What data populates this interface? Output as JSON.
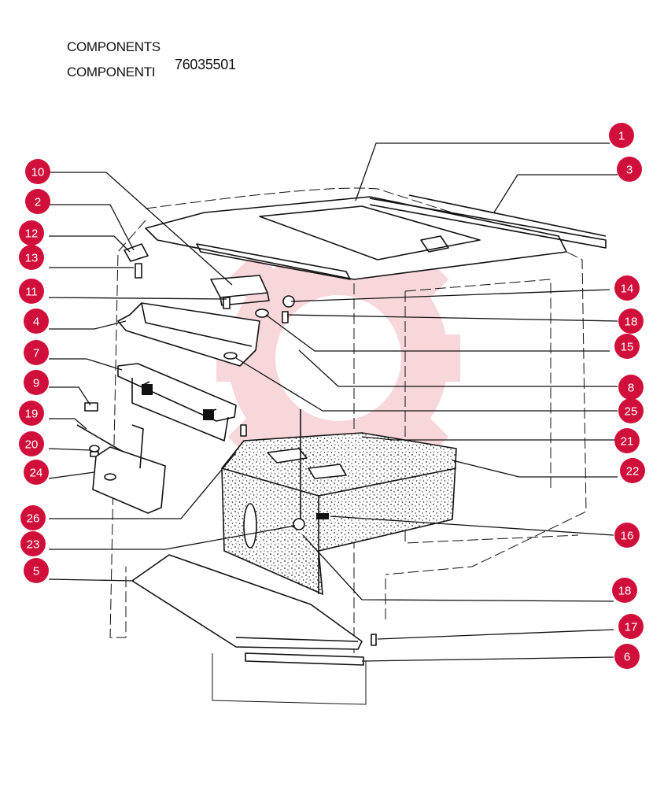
{
  "header": {
    "line1": "COMPONENTS",
    "line2": "COMPONENTI",
    "code": "76035501"
  },
  "colors": {
    "callout": "#d0103a",
    "watermark": "#f4b7bf"
  },
  "callouts": [
    {
      "id": "c1",
      "label": "1"
    },
    {
      "id": "c3",
      "label": "3"
    },
    {
      "id": "c10",
      "label": "10"
    },
    {
      "id": "c2",
      "label": "2"
    },
    {
      "id": "c12",
      "label": "12"
    },
    {
      "id": "c13",
      "label": "13"
    },
    {
      "id": "c11",
      "label": "11"
    },
    {
      "id": "c4",
      "label": "4"
    },
    {
      "id": "c7",
      "label": "7"
    },
    {
      "id": "c9",
      "label": "9"
    },
    {
      "id": "c19",
      "label": "19"
    },
    {
      "id": "c20",
      "label": "20"
    },
    {
      "id": "c24",
      "label": "24"
    },
    {
      "id": "c26",
      "label": "26"
    },
    {
      "id": "c23",
      "label": "23"
    },
    {
      "id": "c5",
      "label": "5"
    },
    {
      "id": "c14",
      "label": "14"
    },
    {
      "id": "c18a",
      "label": "18"
    },
    {
      "id": "c15",
      "label": "15"
    },
    {
      "id": "c8",
      "label": "8"
    },
    {
      "id": "c25",
      "label": "25"
    },
    {
      "id": "c21",
      "label": "21"
    },
    {
      "id": "c22",
      "label": "22"
    },
    {
      "id": "c16",
      "label": "16"
    },
    {
      "id": "c18b",
      "label": "18"
    },
    {
      "id": "c17",
      "label": "17"
    },
    {
      "id": "c6",
      "label": "6"
    }
  ]
}
